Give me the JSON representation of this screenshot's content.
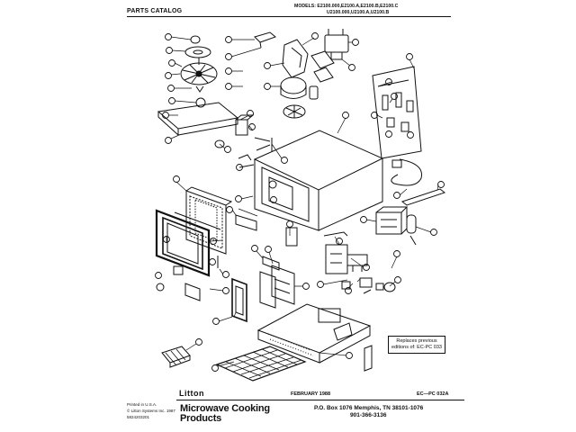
{
  "header": {
    "catalog_label": "PARTS CATALOG",
    "models_line1": "MODELS: E2100.000,E2100.A,E2100.B,E2100.C",
    "models_line2": "U2100.000,U2100.A,U2100.B"
  },
  "notice": {
    "line1": "Replaces previous",
    "line2": "editions of: EC-PC 033"
  },
  "footer": {
    "brand": "Litton",
    "date": "FEBRUARY 1988",
    "code": "EC—PC 032A",
    "printed": "Printed in U.S.A.",
    "copyright": "© Litton Systems Inc. 1987",
    "part_number": "5824203201",
    "title_line1": "Microwave Cooking",
    "title_line2": "Products",
    "address_line1": "P.O. Box 1076 Memphis, TN 38101-1076",
    "address_line2": "901-366-3136"
  }
}
